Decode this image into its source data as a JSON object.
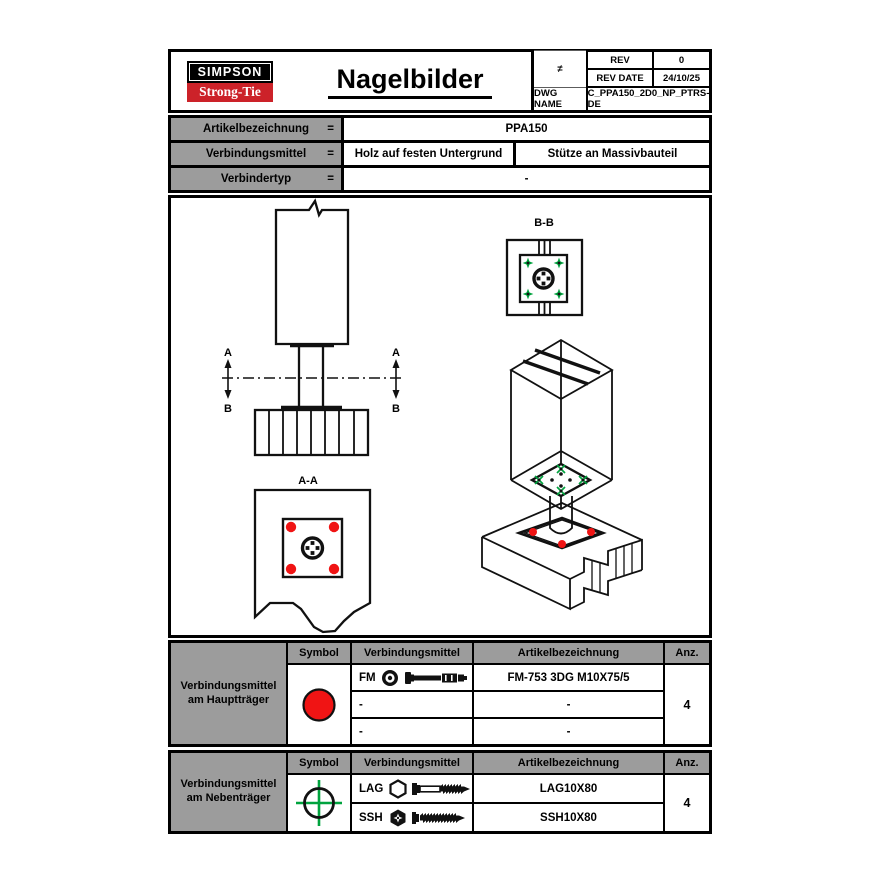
{
  "colors": {
    "red": "#f01414",
    "green": "#00a33e",
    "header_grey": "#9c9c9c",
    "logo_red": "#cc2229"
  },
  "header": {
    "logo_line1": "SIMPSON",
    "logo_line2": "Strong-Tie",
    "title": "Nagelbilder",
    "projection_symbol": "≠",
    "rev_label": "REV",
    "rev_value": "0",
    "rev_date_label": "REV DATE",
    "rev_date_value": "24/10/25",
    "dwg_name_label": "DWG NAME",
    "dwg_name_value": "C_PPA150_2D0_NP_PTRS-DE"
  },
  "info": {
    "rows": [
      {
        "label": "Artikelbezeichnung",
        "eq": "=",
        "values": [
          "PPA150"
        ]
      },
      {
        "label": "Verbindungsmittel",
        "eq": "=",
        "values": [
          "Holz auf festen Untergrund",
          "Stütze an Massivbauteil"
        ]
      },
      {
        "label": "Verbindertyp",
        "eq": "=",
        "values": [
          "-"
        ]
      }
    ]
  },
  "drawing": {
    "bb_label": "B-B",
    "aa_label": "A-A",
    "a_label": "A",
    "b_label": "B"
  },
  "haupt": {
    "label_line1": "Verbindungsmittel",
    "label_line2": "am Hauptträger",
    "headers": [
      "Symbol",
      "Verbindungsmittel",
      "Artikelbezeichnung",
      "Anz."
    ],
    "symbol": "red-circle",
    "rows": [
      {
        "code": "FM",
        "artikel": "FM-753 3DG M10X75/5"
      },
      {
        "code": "-",
        "artikel": "-"
      },
      {
        "code": "-",
        "artikel": "-"
      }
    ],
    "anzahl": "4"
  },
  "neben": {
    "label_line1": "Verbindungsmittel",
    "label_line2": "am Nebenträger",
    "headers": [
      "Symbol",
      "Verbindungsmittel",
      "Artikelbezeichnung",
      "Anz."
    ],
    "symbol": "green-crosshair",
    "rows": [
      {
        "code": "LAG",
        "artikel": "LAG10X80"
      },
      {
        "code": "SSH",
        "artikel": "SSH10X80"
      }
    ],
    "anzahl": "4"
  }
}
